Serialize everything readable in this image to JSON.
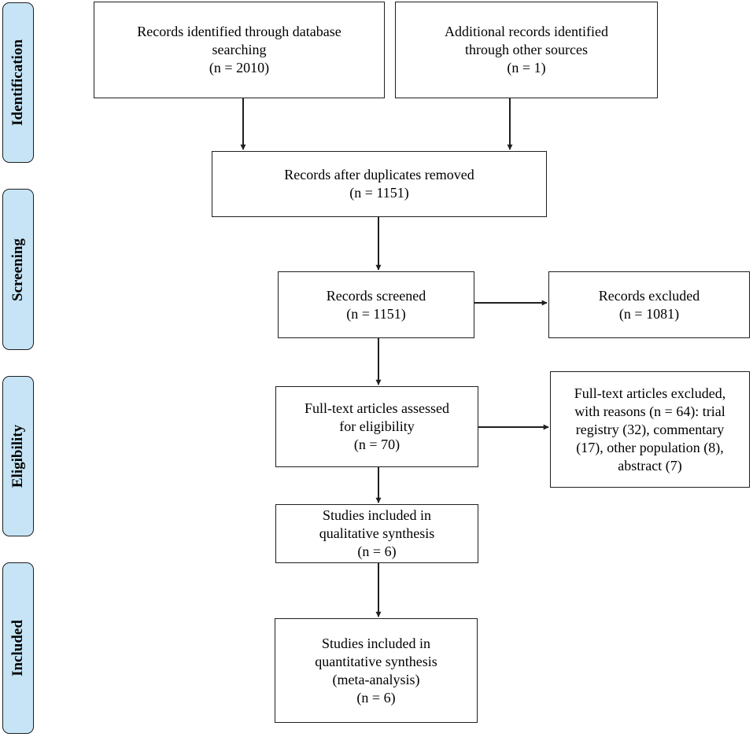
{
  "phases": {
    "identification": "Identification",
    "screening": "Screening",
    "eligibility": "Eligibility",
    "included": "Included"
  },
  "boxes": {
    "database_records": [
      "Records identified through database",
      "searching",
      "(n = 2010)"
    ],
    "other_sources": [
      "Additional records identified",
      "through other sources",
      "(n = 1)"
    ],
    "after_duplicates": [
      "Records after duplicates removed",
      "(n = 1151)"
    ],
    "screened": [
      "Records screened",
      "(n = 1151)"
    ],
    "excluded": [
      "Records excluded",
      "(n = 1081)"
    ],
    "fulltext_assessed": [
      "Full-text articles assessed",
      "for eligibility",
      "(n = 70)"
    ],
    "fulltext_excluded": [
      "Full-text articles excluded,",
      "with reasons (n = 64): trial",
      "registry (32), commentary",
      "(17), other population (8),",
      "abstract (7)"
    ],
    "qualitative": [
      "Studies included in",
      "qualitative synthesis",
      "(n = 6)"
    ],
    "quantitative": [
      "Studies included in",
      "quantitative synthesis",
      "(meta-analysis)",
      "(n = 6)"
    ]
  },
  "colors": {
    "phase_fill": "#c6e4f5",
    "border": "#1f1f1f"
  }
}
